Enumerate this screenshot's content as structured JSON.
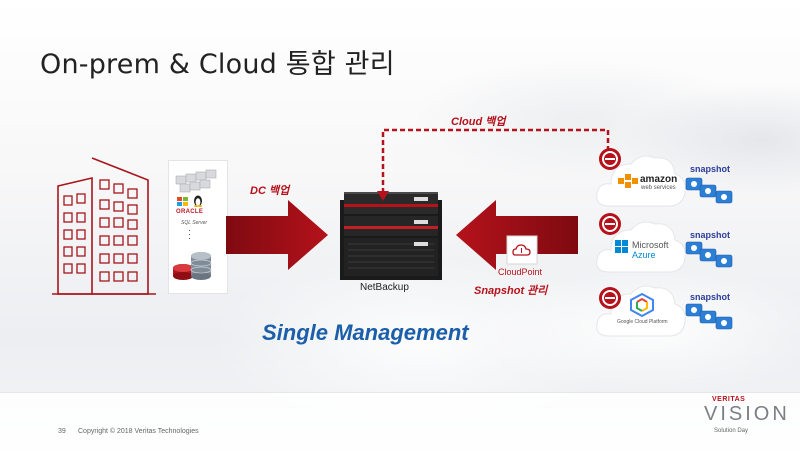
{
  "title": "On-prem & Cloud 통합 관리",
  "labels": {
    "dc_backup": "DC 백업",
    "cloud_backup": "Cloud 백업",
    "snapshot_mgmt": "Snapshot 관리",
    "netbackup": "NetBackup",
    "cloudpoint": "CloudPoint",
    "single_management": "Single Management"
  },
  "on_prem_logos": {
    "oracle": "ORACLE",
    "sqlserver": "SQL Server"
  },
  "clouds": [
    {
      "name": "amazon",
      "line2": "web services",
      "snapshot": "snapshot"
    },
    {
      "name": "Microsoft",
      "line2": "Azure",
      "snapshot": "snapshot"
    },
    {
      "name": "Google Cloud Platform",
      "line2": "",
      "snapshot": "snapshot"
    }
  ],
  "footer": {
    "page": "39",
    "copyright": "Copyright © 2018 Veritas Technologies",
    "brand": "VERITAS",
    "event": "VISION",
    "event_sub": "Solution Day"
  },
  "colors": {
    "accent_red": "#b5121b",
    "dark_red": "#8e0e14",
    "blue": "#1b5ea9",
    "snapshot_blue": "#2d7fd6"
  }
}
